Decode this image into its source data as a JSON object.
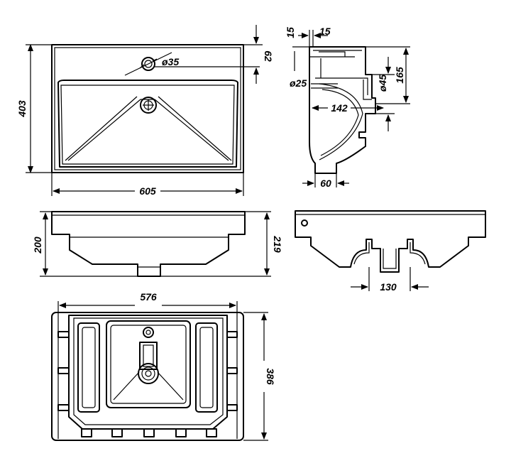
{
  "dimensions": {
    "top_width": "605",
    "top_depth": "403",
    "tap_hole_diameter": "ø35",
    "tap_hole_offset": "62",
    "front_height_body": "200",
    "front_height_total": "219",
    "bottom_width": "576",
    "bottom_depth": "386",
    "side_top_a": "15",
    "side_top_b": "15",
    "side_drain_diameter": "ø25",
    "side_overflow_diameter": "ø45",
    "side_height": "165",
    "side_drain_depth": "142",
    "side_foot": "60",
    "rear_bracket_spacing": "130"
  }
}
